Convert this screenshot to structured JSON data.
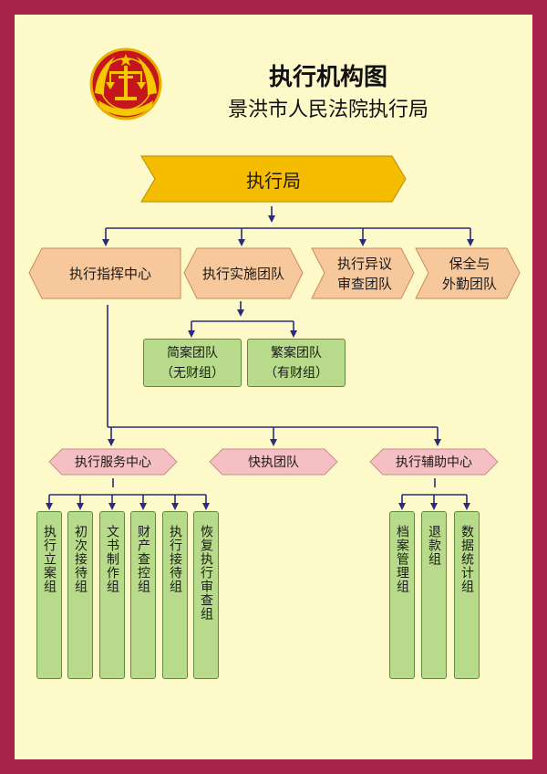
{
  "header": {
    "title": "执行机构图",
    "subtitle": "景洪市人民法院执行局"
  },
  "colors": {
    "border": "#a8244a",
    "background": "#fdf9c8",
    "top_node": "#f5bd00",
    "level2_node": "#f7c89b",
    "level3_node": "#f5bfc3",
    "leaf_node": "#b7db8a",
    "connector": "#2a2c7a"
  },
  "chart": {
    "root": {
      "label": "执行局"
    },
    "level2": [
      {
        "label": "执行指挥中心"
      },
      {
        "label": "执行实施团队"
      },
      {
        "line1": "执行异议",
        "line2": "审查团队"
      },
      {
        "line1": "保全与",
        "line2": "外勤团队"
      }
    ],
    "teams": [
      {
        "line1": "简案团队",
        "line2": "（无财组）"
      },
      {
        "line1": "繁案团队",
        "line2": "（有财组）"
      }
    ],
    "level3": [
      {
        "label": "执行服务中心"
      },
      {
        "label": "快执团队"
      },
      {
        "label": "执行辅助中心"
      }
    ],
    "service_groups": [
      "执行立案组",
      "初次接待组",
      "文书制作组",
      "财产查控组",
      "执行接待组",
      "恢复执行审查组"
    ],
    "aux_groups": [
      "档案管理组",
      "退款组",
      "数据统计组"
    ]
  }
}
